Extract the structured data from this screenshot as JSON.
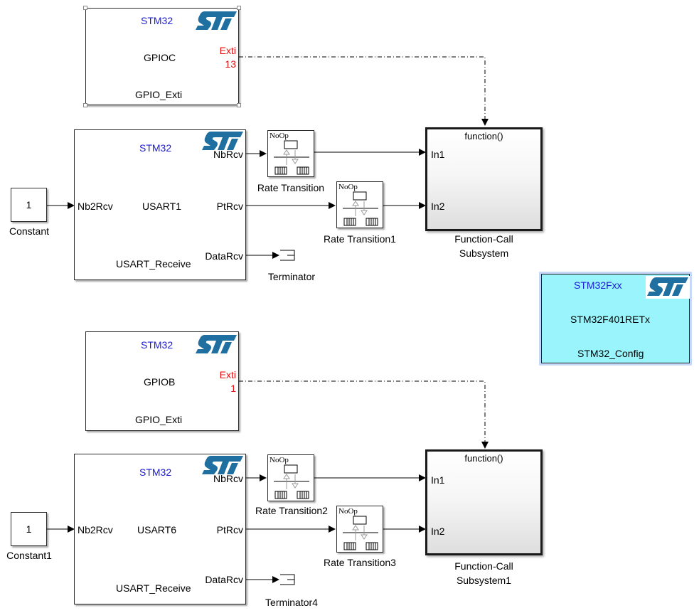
{
  "model": {
    "logo_icon": "st-logo-icon",
    "gpio_blocks": [
      {
        "header": "STM32",
        "port": "GPIOC",
        "name": "GPIO_Exti",
        "output_label_line1": "Exti",
        "output_label_line2": "13",
        "selected": true
      },
      {
        "header": "STM32",
        "port": "GPIOB",
        "name": "GPIO_Exti",
        "output_label_line1": "Exti",
        "output_label_line2": "1",
        "selected": false
      }
    ],
    "usart_blocks": [
      {
        "header": "STM32",
        "peripheral": "USART1",
        "name": "USART_Receive",
        "input_port": "Nb2Rcv",
        "output_ports": [
          "NbRcv",
          "PtRcv",
          "DataRcv"
        ]
      },
      {
        "header": "STM32",
        "peripheral": "USART6",
        "name": "USART_Receive",
        "input_port": "Nb2Rcv",
        "output_ports": [
          "NbRcv",
          "PtRcv",
          "DataRcv"
        ]
      }
    ],
    "constants": [
      {
        "value": "1",
        "name": "Constant"
      },
      {
        "value": "1",
        "name": "Constant1"
      }
    ],
    "rate_transitions": [
      {
        "mode": "NoOp",
        "name": "Rate Transition"
      },
      {
        "mode": "NoOp",
        "name": "Rate Transition1"
      },
      {
        "mode": "NoOp",
        "name": "Rate Transition2"
      },
      {
        "mode": "NoOp",
        "name": "Rate Transition3"
      }
    ],
    "terminators": [
      {
        "name": "Terminator"
      },
      {
        "name": "Terminator4"
      }
    ],
    "subsystems": [
      {
        "trigger_label": "function()",
        "inputs": [
          "In1",
          "In2"
        ],
        "name_line1": "Function-Call",
        "name_line2": "Subsystem"
      },
      {
        "trigger_label": "function()",
        "inputs": [
          "In1",
          "In2"
        ],
        "name_line1": "Function-Call",
        "name_line2": "Subsystem1"
      }
    ],
    "config_block": {
      "header": "STM32Fxx",
      "device": "STM32F401RETx",
      "name": "STM32_Config",
      "background": "#99f5fb"
    }
  },
  "colors": {
    "header_blue": "#1a1ad6",
    "exti_red": "#e01010",
    "st_logo_blue": "#1f6fa0"
  }
}
